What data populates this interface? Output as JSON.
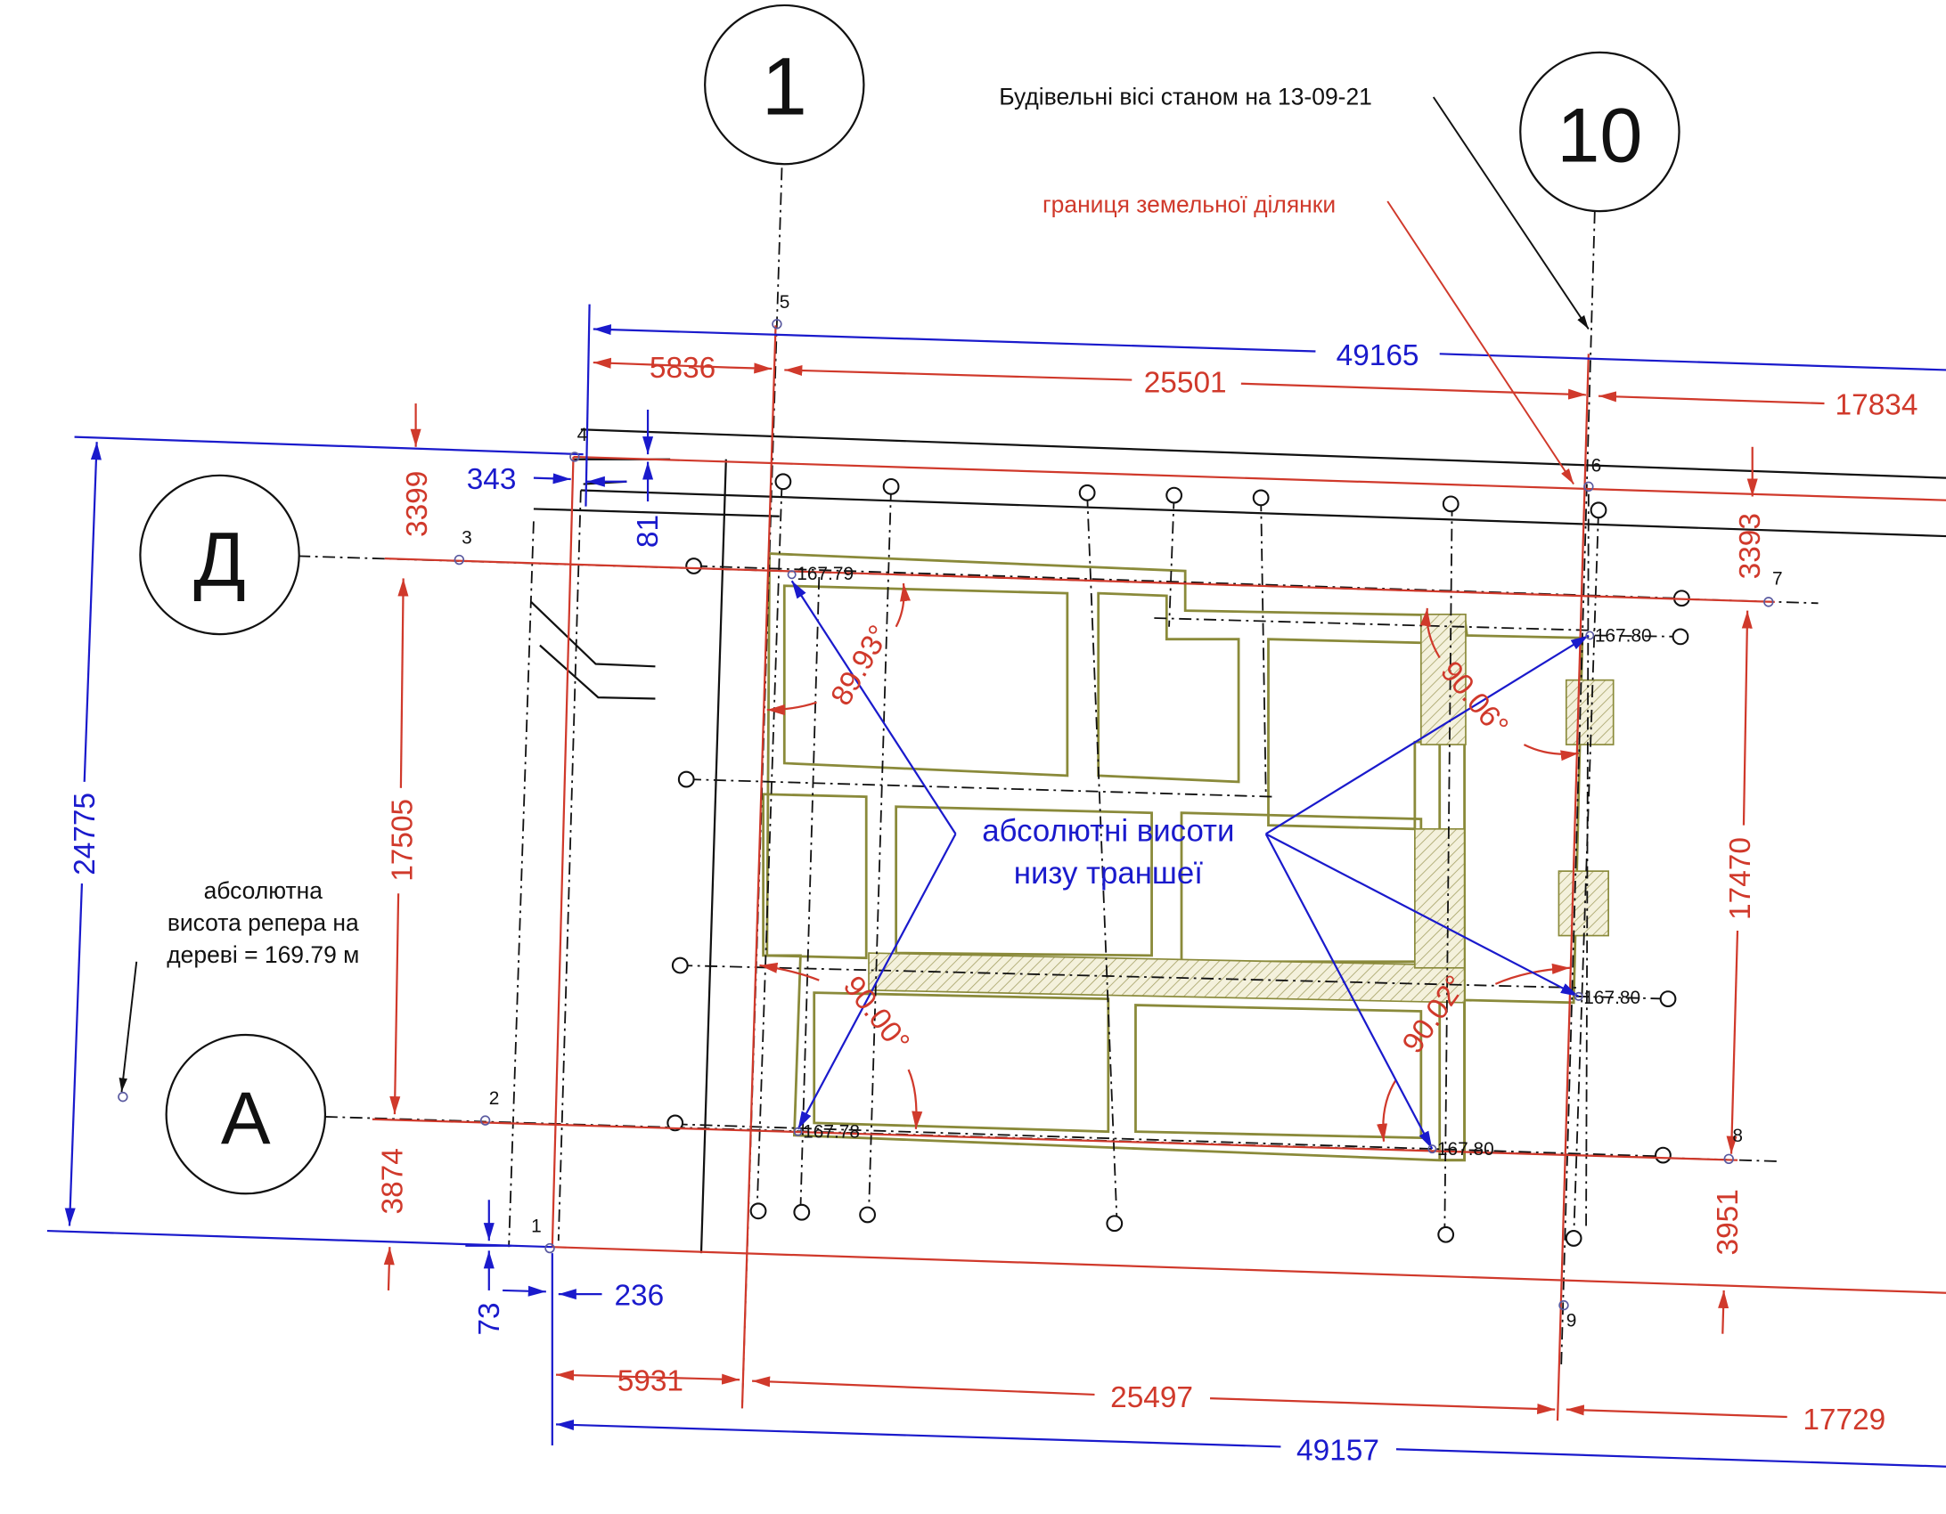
{
  "axes": {
    "axis_1": "1",
    "axis_10": "10",
    "axis_D": "Д",
    "axis_A": "А"
  },
  "annotations": {
    "construction_axes_note": "Будівельні вісі станом на 13-09-21",
    "land_boundary_note": "границя земельної ділянки",
    "trench_bottom_line1": "абсолютні висоти",
    "trench_bottom_line2": "низу траншеї",
    "benchmark_line1": "абсолютна",
    "benchmark_line2": "висота репера на",
    "benchmark_line3": "дереві = 169.79 м"
  },
  "dimensions": {
    "top_total": "49165",
    "top_left": "5836",
    "top_mid": "25501",
    "top_right": "17834",
    "bottom_total": "49157",
    "bottom_left": "5931",
    "bottom_mid": "25497",
    "bottom_right": "17729",
    "left_total": "24775",
    "left_top": "3399",
    "left_mid": "17505",
    "left_bottom": "3874",
    "right_top": "3393",
    "right_mid": "17470",
    "right_bottom": "3951",
    "offset_343": "343",
    "offset_81": "81",
    "offset_73": "73",
    "offset_236": "236"
  },
  "elevations": {
    "e1": "167.79",
    "e2": "167.80",
    "e3": "167.80",
    "e4": "167.78",
    "e5": "167.80"
  },
  "angles": {
    "a1": "89.93°",
    "a2": "90.06°",
    "a3": "90.00°",
    "a4": "90.02°"
  },
  "points": {
    "p1": "1",
    "p2": "2",
    "p3": "3",
    "p4": "4",
    "p5": "5",
    "p6": "6",
    "p7": "7",
    "p8": "8",
    "p9": "9"
  },
  "colors": {
    "red": "#d0392b",
    "blue": "#1a1acc",
    "foundation": "#8a8a3a",
    "black": "#111111"
  }
}
